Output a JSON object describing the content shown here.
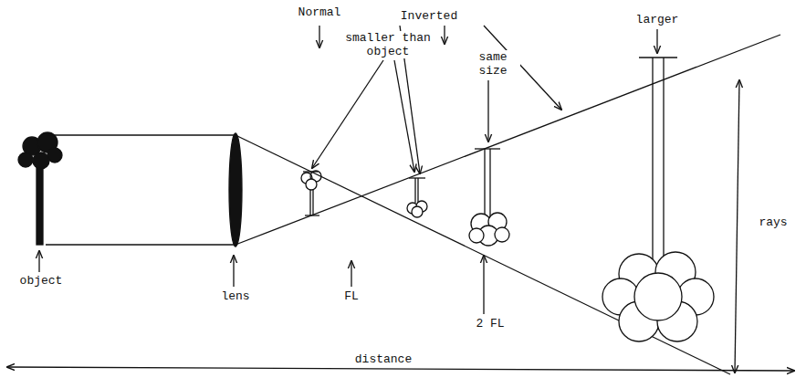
{
  "diagram": {
    "labels": [
      "Normal",
      "Inverted",
      "smaller than object",
      "same size",
      "larger",
      "rays",
      "object",
      "lens",
      "FL",
      "2 FL",
      "distance"
    ]
  }
}
